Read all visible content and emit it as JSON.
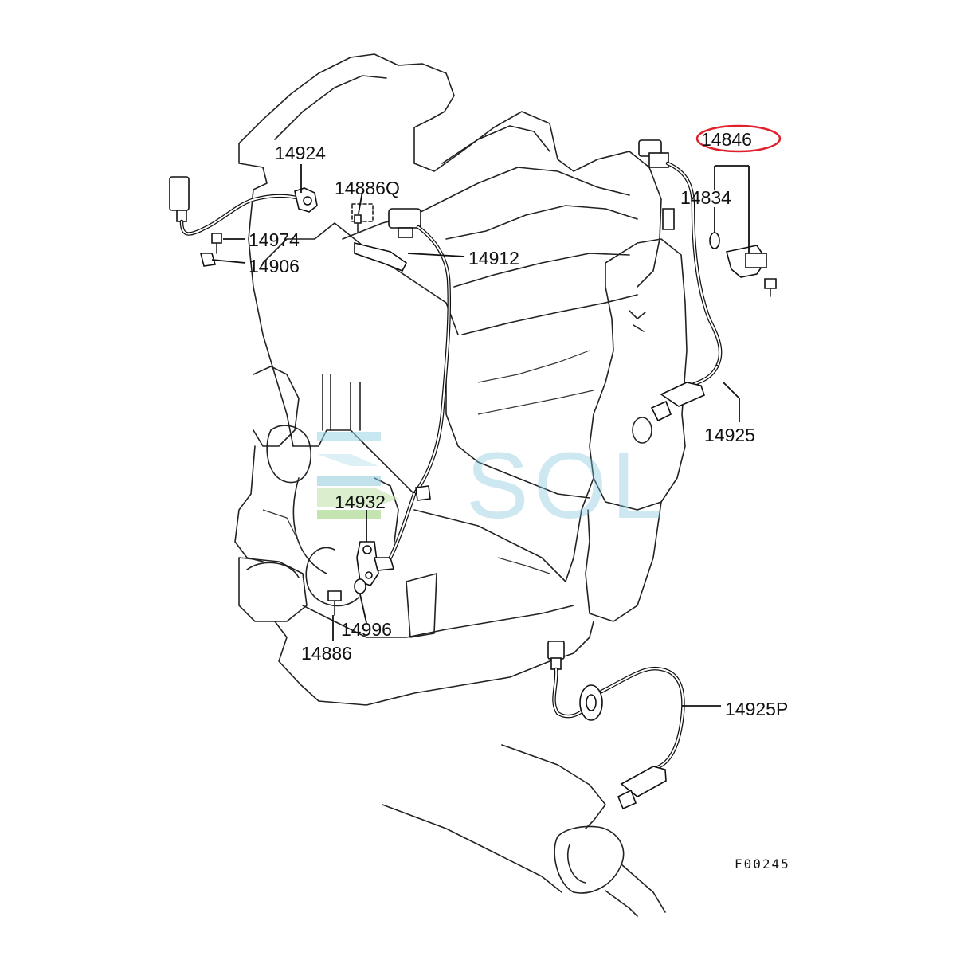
{
  "diagram": {
    "figure_code": "F00245",
    "watermark": "SOL",
    "highlight_color": "#e0202a",
    "callouts": {
      "p14924": "14924",
      "p14886q": "14886Q",
      "p14974": "14974",
      "p14906": "14906",
      "p14912": "14912",
      "p14846": "14846",
      "p14834": "14834",
      "p14925": "14925",
      "p14932": "14932",
      "p14996": "14996",
      "p14886": "14886",
      "p14925p": "14925P"
    }
  }
}
